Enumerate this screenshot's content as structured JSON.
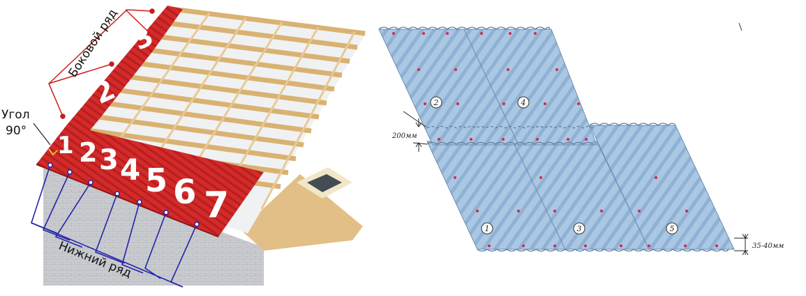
{
  "left_diagram": {
    "side_row_label": "Боковой ряд",
    "bottom_row_label": "Нижний ряд",
    "angle_label_line1": "Угол",
    "angle_label_line2": "90°",
    "bottom_numbers": [
      "1",
      "2",
      "3",
      "4",
      "5",
      "6",
      "7"
    ],
    "side_numbers": [
      "2",
      "3"
    ],
    "colors": {
      "sheet_red": "#d42a2a",
      "sheet_red_dark": "#a81b1b",
      "batten": "#e4c089",
      "marker_line": "#cc1a1a",
      "leader_line": "#2323a8"
    }
  },
  "right_diagram": {
    "overlap_label": "200мм",
    "edge_label": "35-40мм",
    "sheet_numbers": [
      "1",
      "2",
      "3",
      "4",
      "5"
    ],
    "colors": {
      "sheet_blue": "#a9c6e2",
      "sheet_blue_dark": "#7ea3c8",
      "fastener": "#d8264b"
    }
  }
}
